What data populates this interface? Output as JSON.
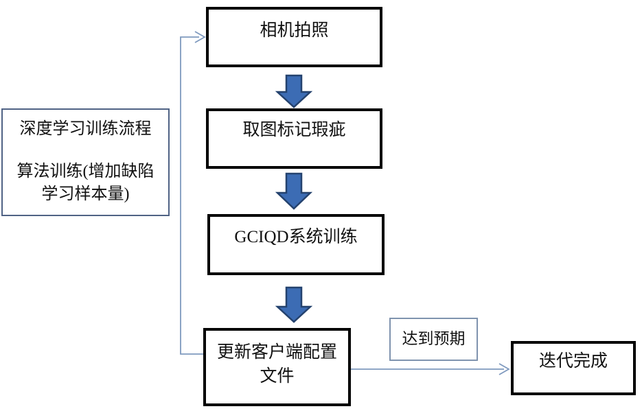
{
  "note_box": {
    "line1": "深度学习训练流程",
    "line2": "算法训练(增加缺陷",
    "line3": "学习样本量)"
  },
  "steps": {
    "camera": "相机拍照",
    "mark_defects": "取图标记瑕疵",
    "system_training": "GCIQD系统训练",
    "update_config_line1": "更新客户端配置",
    "update_config_line2": "文件",
    "expected": "达到预期",
    "done": "迭代完成"
  },
  "colors": {
    "block_arrow_fill": "#3c6cb4",
    "block_arrow_stroke": "#24426e",
    "connector": "#7e99be",
    "box_border": "#000000",
    "note_border": "#4f6284",
    "expected_border": "#7f93ae"
  }
}
